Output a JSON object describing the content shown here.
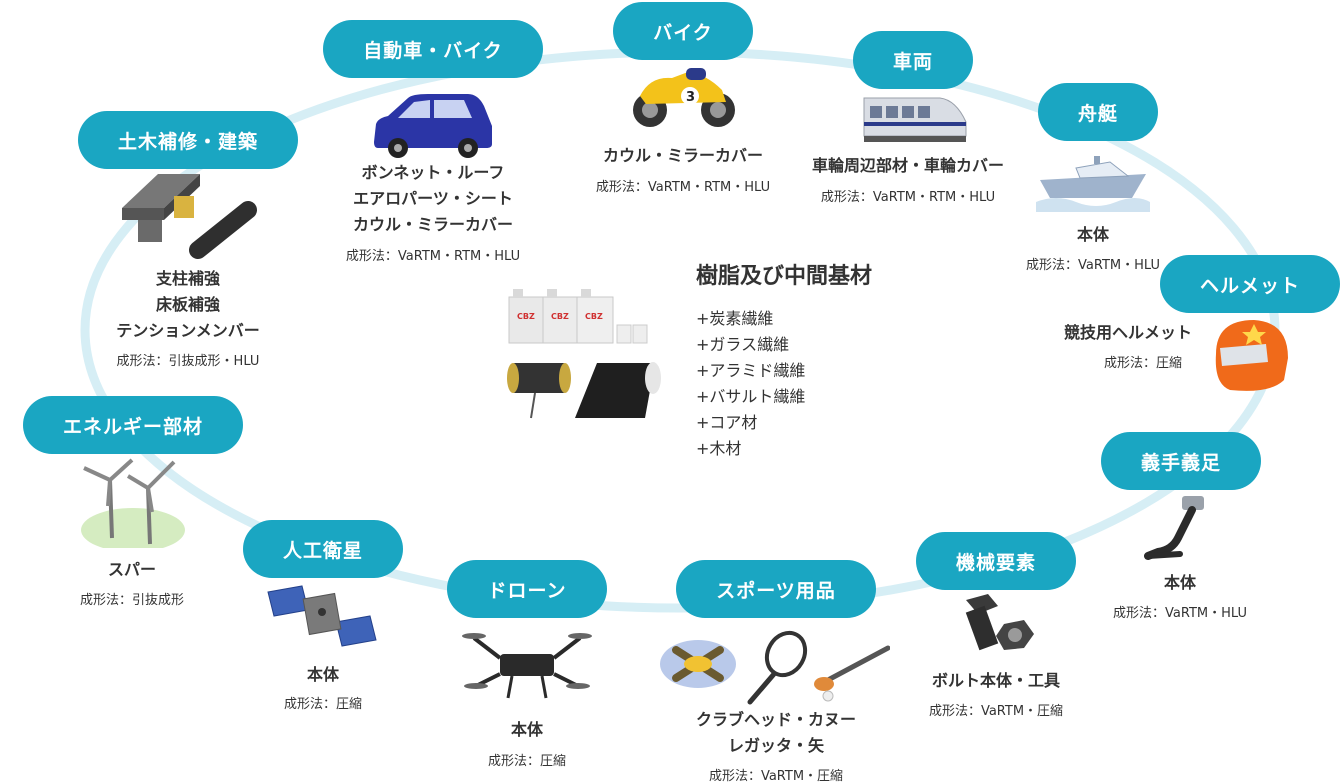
{
  "center": {
    "title": "樹脂及び中間基材",
    "items": [
      "+炭素繊維",
      "+ガラス繊維",
      "+アラミド繊維",
      "+バサルト繊維",
      "+コア材",
      "+木材"
    ],
    "can_label": "CBZ"
  },
  "categories": {
    "car": {
      "label": "自動車・バイク",
      "lines": [
        "ボンネット・ルーフ",
        "エアロパーツ・シート",
        "カウル・ミラーカバー"
      ],
      "method": "成形法：VaRTM・RTM・HLU"
    },
    "bike": {
      "label": "バイク",
      "lines": [
        "カウル・ミラーカバー"
      ],
      "method": "成形法：VaRTM・RTM・HLU",
      "number": "3"
    },
    "rail": {
      "label": "車両",
      "lines": [
        "車輪周辺部材・車輪カバー"
      ],
      "method": "成形法：VaRTM・RTM・HLU"
    },
    "boat": {
      "label": "舟艇",
      "lines": [
        "本体"
      ],
      "method": "成形法：VaRTM・HLU"
    },
    "helmet": {
      "label": "ヘルメット",
      "lines": [
        "競技用ヘルメット"
      ],
      "method": "成形法：圧縮"
    },
    "prosthesis": {
      "label": "義手義足",
      "lines": [
        "本体"
      ],
      "method": "成形法：VaRTM・HLU"
    },
    "machine": {
      "label": "機械要素",
      "lines": [
        "ボルト本体・工具"
      ],
      "method": "成形法：VaRTM・圧縮"
    },
    "sports": {
      "label": "スポーツ用品",
      "lines": [
        "クラブヘッド・カヌー",
        "レガッタ・矢"
      ],
      "method": "成形法：VaRTM・圧縮"
    },
    "drone": {
      "label": "ドローン",
      "lines": [
        "本体"
      ],
      "method": "成形法：圧縮"
    },
    "satellite": {
      "label": "人工衛星",
      "lines": [
        "本体"
      ],
      "method": "成形法：圧縮"
    },
    "energy": {
      "label": "エネルギー部材",
      "lines": [
        "スパー"
      ],
      "method": "成形法：引抜成形"
    },
    "civil": {
      "label": "土木補修・建築",
      "lines": [
        "支柱補強",
        "床板補強",
        "テンションメンバー"
      ],
      "method": "成形法：引抜成形・HLU"
    }
  },
  "colors": {
    "pill": "#1aa6c2",
    "ring": "#d6eef5",
    "text": "#333333"
  }
}
